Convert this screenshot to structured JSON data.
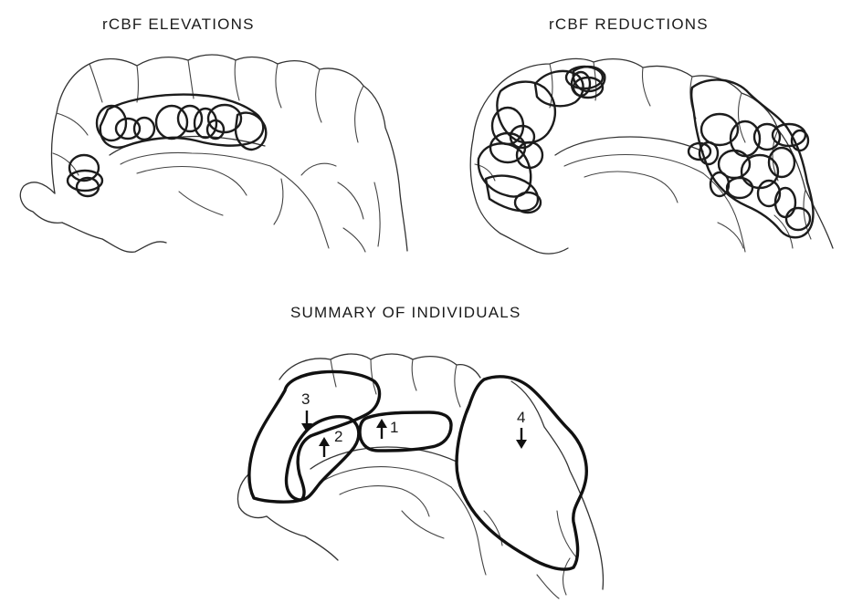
{
  "panels": [
    {
      "title": "rCBF ELEVATIONS"
    },
    {
      "title": "rCBF REDUCTIONS"
    },
    {
      "title": "SUMMARY OF INDIVIDUALS"
    }
  ],
  "summary_regions": [
    {
      "label": "1",
      "direction": "up"
    },
    {
      "label": "2",
      "direction": "up"
    },
    {
      "label": "3",
      "direction": "down"
    },
    {
      "label": "4",
      "direction": "down"
    }
  ]
}
